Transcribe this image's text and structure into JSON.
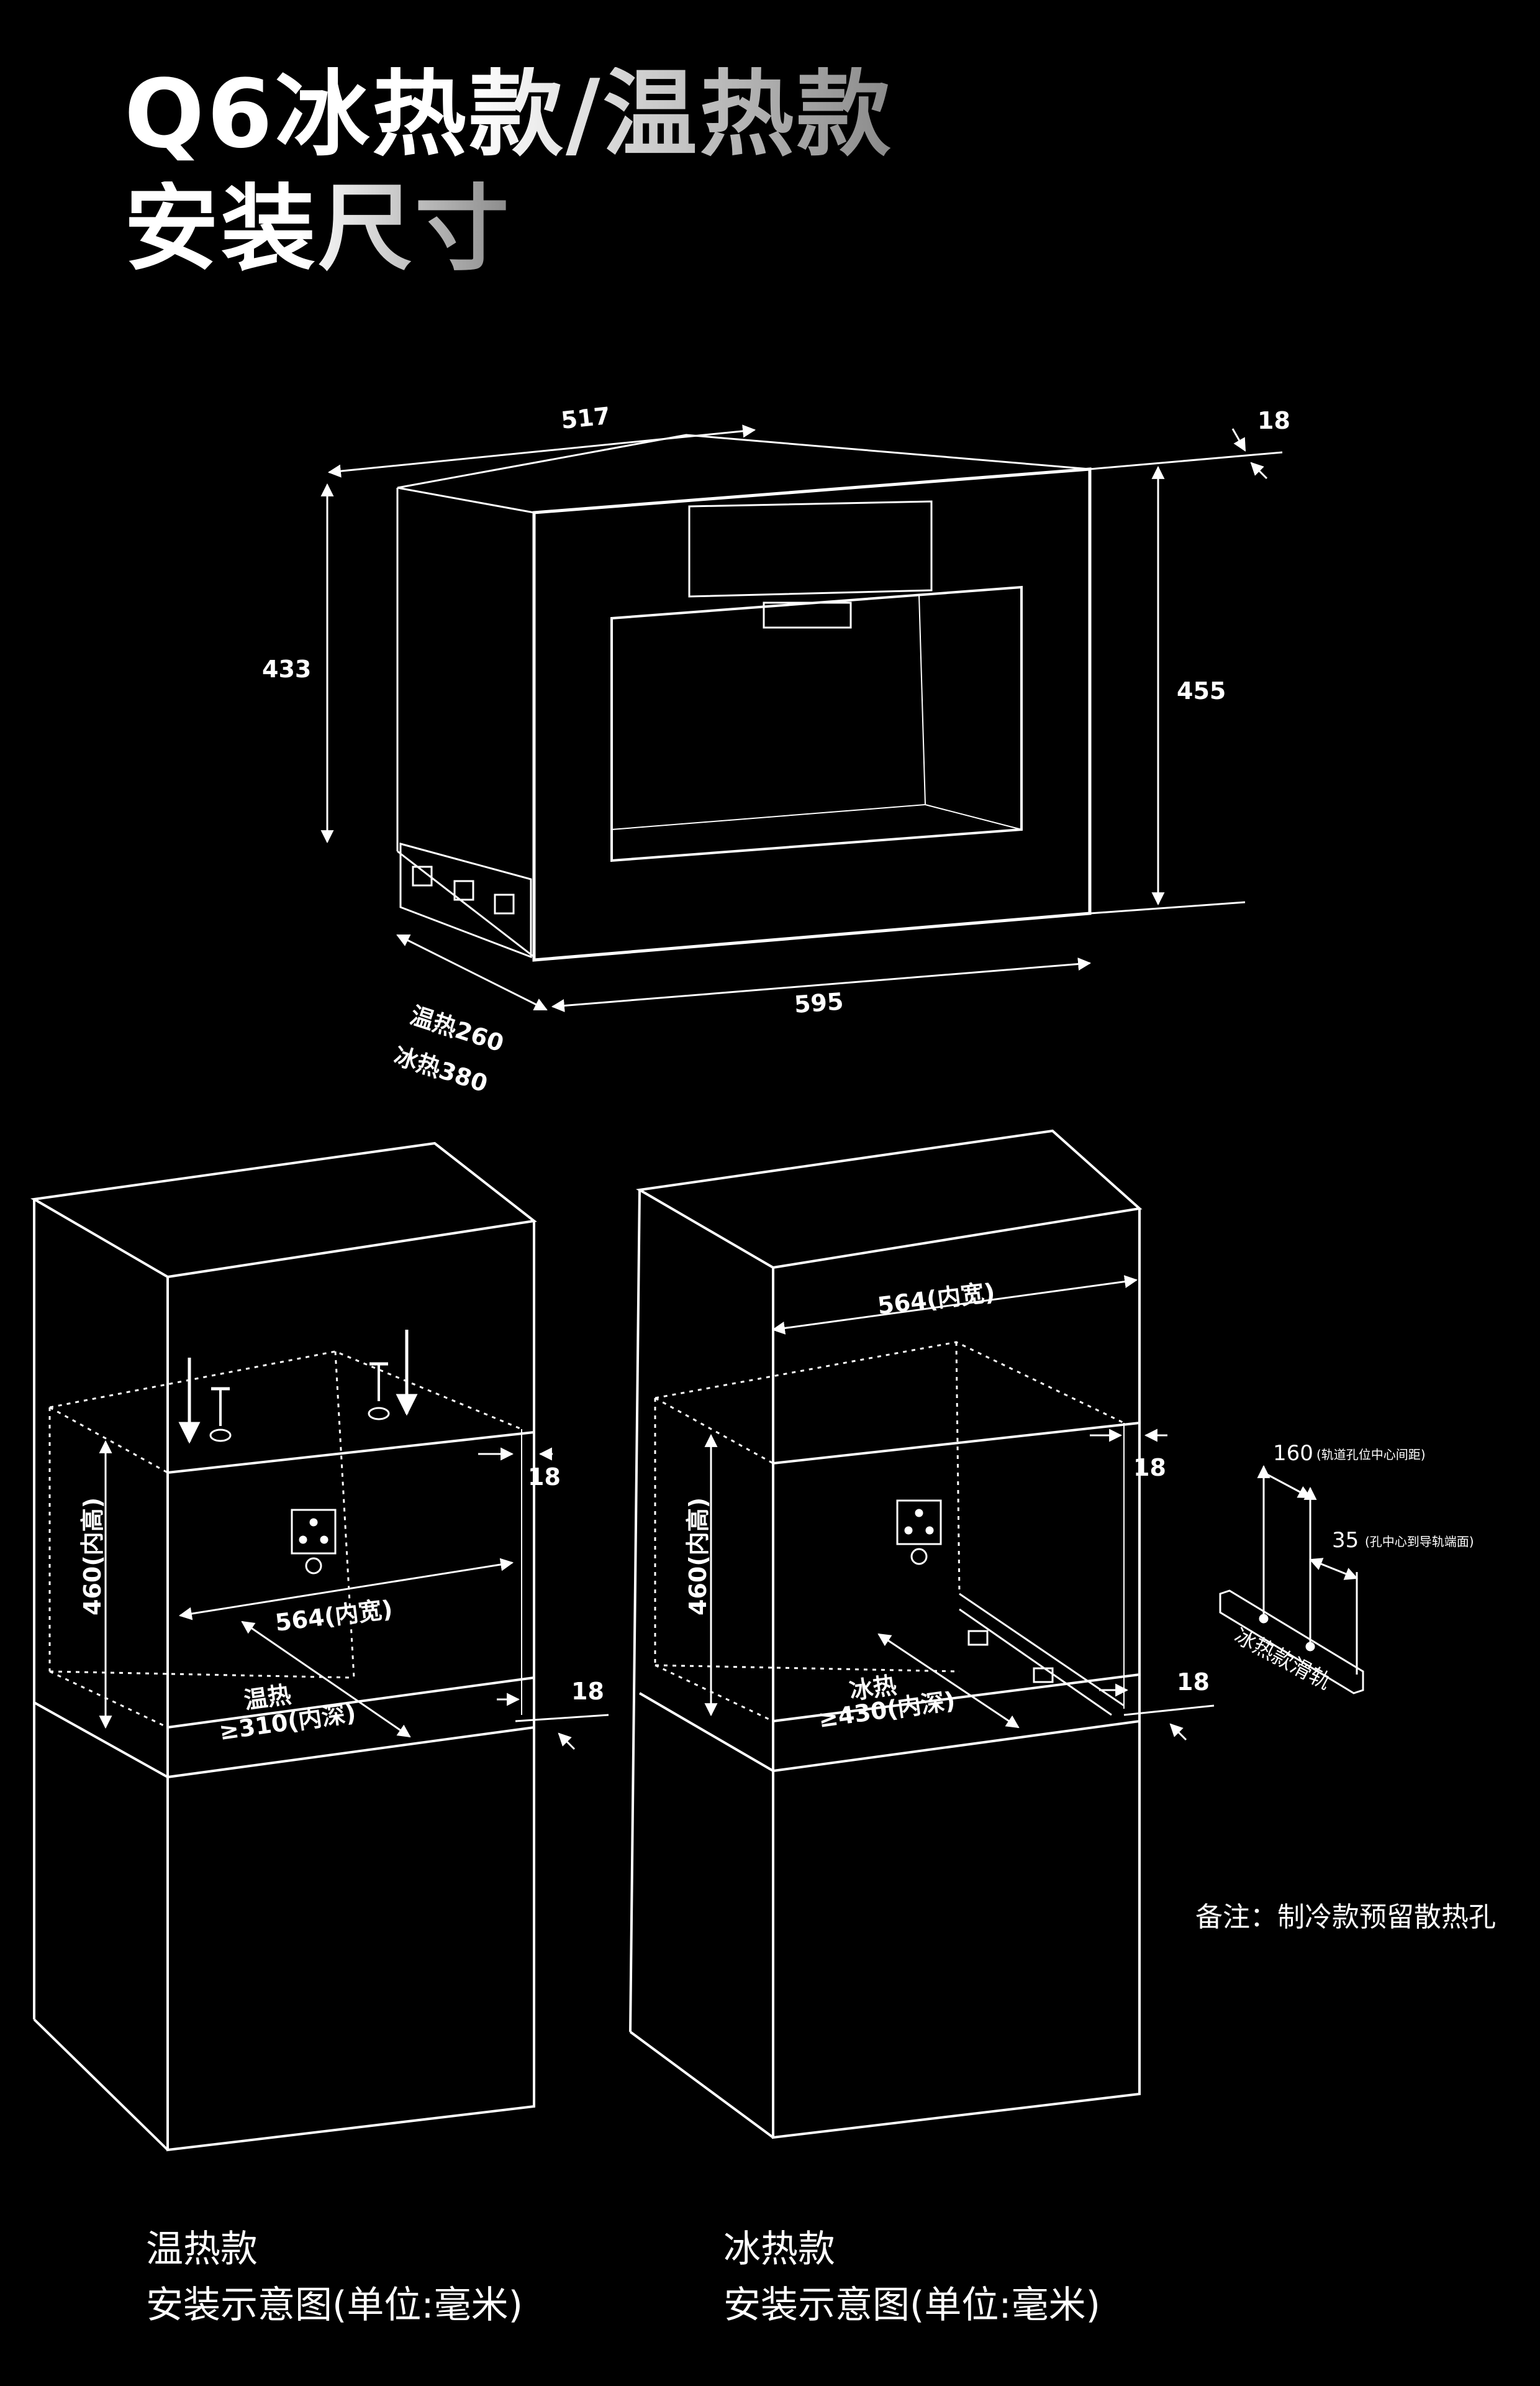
{
  "header": {
    "title_line1": "Q6冰热款/温热款",
    "title_line2": "安装尺寸"
  },
  "appliance": {
    "depth": "517",
    "height_back": "433",
    "height_front": "455",
    "width": "595",
    "offset_top": "18",
    "depth_warm": "温热260",
    "depth_cold": "冰热380"
  },
  "warm_cabinet": {
    "inner_width": "564(内宽)",
    "inner_height": "460(内高)",
    "depth_label": "温热",
    "depth_value": "≥310(内深)",
    "gap_top": "18",
    "gap_bottom": "18"
  },
  "cold_cabinet": {
    "inner_width": "564(内宽)",
    "inner_height": "460(内高)",
    "depth_label": "冰热",
    "depth_value": "≥430(内深)",
    "gap_top": "18",
    "gap_bottom": "18"
  },
  "rail": {
    "spacing": "160",
    "spacing_note": "(轨道孔位中心间距)",
    "offset": "35",
    "offset_note": "(孔中心到导轨端面)",
    "label": "冰热款滑轨"
  },
  "note": "备注：制冷款预留散热孔",
  "captions": {
    "warm_title": "温热款",
    "warm_sub": "安装示意图(单位:毫米)",
    "cold_title": "冰热款",
    "cold_sub": "安装示意图(单位:毫米)"
  },
  "colors": {
    "background": "#000000",
    "line": "#ffffff"
  }
}
